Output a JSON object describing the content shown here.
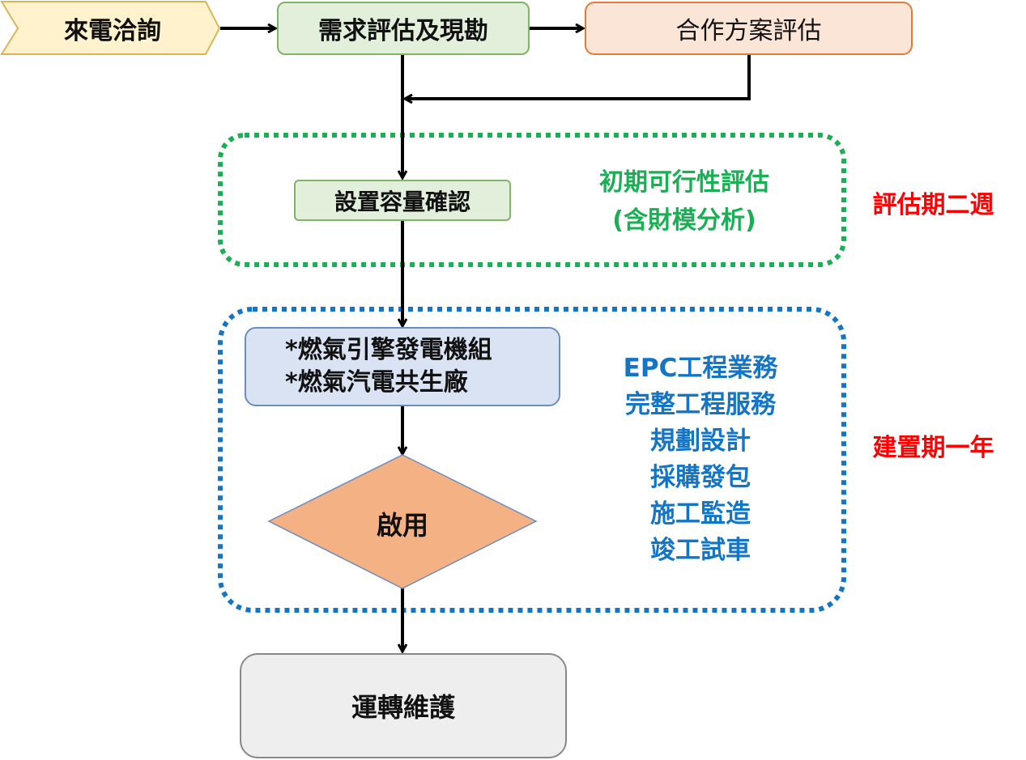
{
  "colors": {
    "inquiry_fill": "#fff2cc",
    "inquiry_border": "#d6b656",
    "green_fill": "#e2efda",
    "green_border": "#82b366",
    "orange_fill": "#fbe5d6",
    "orange_border": "#e07b39",
    "blue_fill": "#dae3f3",
    "blue_border": "#6c8ebf",
    "diamond_fill": "#f4b183",
    "grey_fill": "#eeeeee",
    "grey_border": "#888888",
    "eval_phase": "#1aaf54",
    "build_phase": "#1475c4",
    "period_label": "#ff0000",
    "arrow": "#000000"
  },
  "nodes": {
    "inquiry": "來電洽詢",
    "needs_assessment": "需求評估及現勘",
    "cooperation_plan": "合作方案評估",
    "capacity_confirm": "設置容量確認",
    "gas_engine": "*燃氣引擎發電機組",
    "cogeneration": "*燃氣汽電共生廠",
    "commissioning": "啟用",
    "operation": "運轉維護"
  },
  "evaluation_phase": {
    "title": "初期可行性評估",
    "subtitle": "(含財模分析)",
    "period": "評估期二週"
  },
  "construction_phase": {
    "services": [
      "EPC工程業務",
      "完整工程服務",
      "規劃設計",
      "採購發包",
      "施工監造",
      "竣工試車"
    ],
    "period": "建置期一年"
  }
}
